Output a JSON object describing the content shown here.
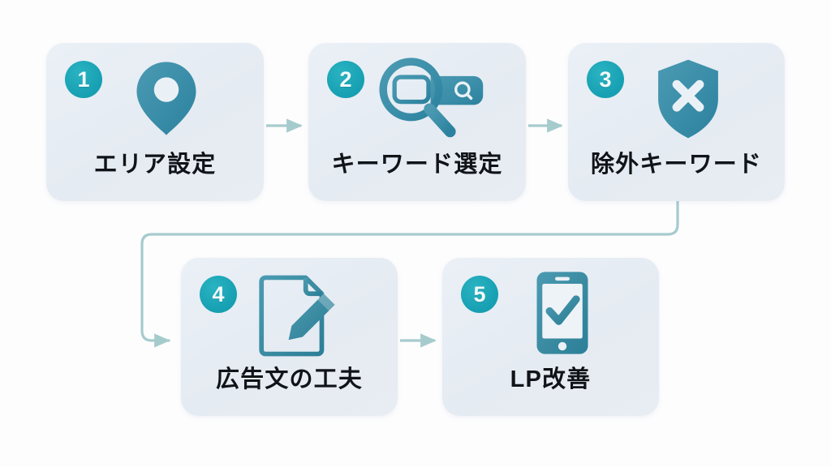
{
  "diagram": {
    "type": "process-flow",
    "background_color": "#fdfdfe",
    "accent_color": "#18a2b4",
    "icon_color": "#3a8da8",
    "card_color": "#e7edf3",
    "connector_color": "#a6cbcd",
    "steps": [
      {
        "number": "1",
        "label": "エリア設定",
        "icon": "map-pin-icon"
      },
      {
        "number": "2",
        "label": "キーワード選定",
        "icon": "magnifier-search-box-icon"
      },
      {
        "number": "3",
        "label": "除外キーワード",
        "icon": "shield-x-icon"
      },
      {
        "number": "4",
        "label": "広告文の工夫",
        "icon": "document-pencil-icon"
      },
      {
        "number": "5",
        "label": "LP改善",
        "icon": "smartphone-check-icon"
      }
    ],
    "connectors": [
      {
        "from": "1",
        "to": "2",
        "shape": "straight-right"
      },
      {
        "from": "2",
        "to": "3",
        "shape": "straight-right"
      },
      {
        "from": "3",
        "to": "4",
        "shape": "elbow-down-left-right"
      },
      {
        "from": "4",
        "to": "5",
        "shape": "straight-right"
      }
    ]
  }
}
